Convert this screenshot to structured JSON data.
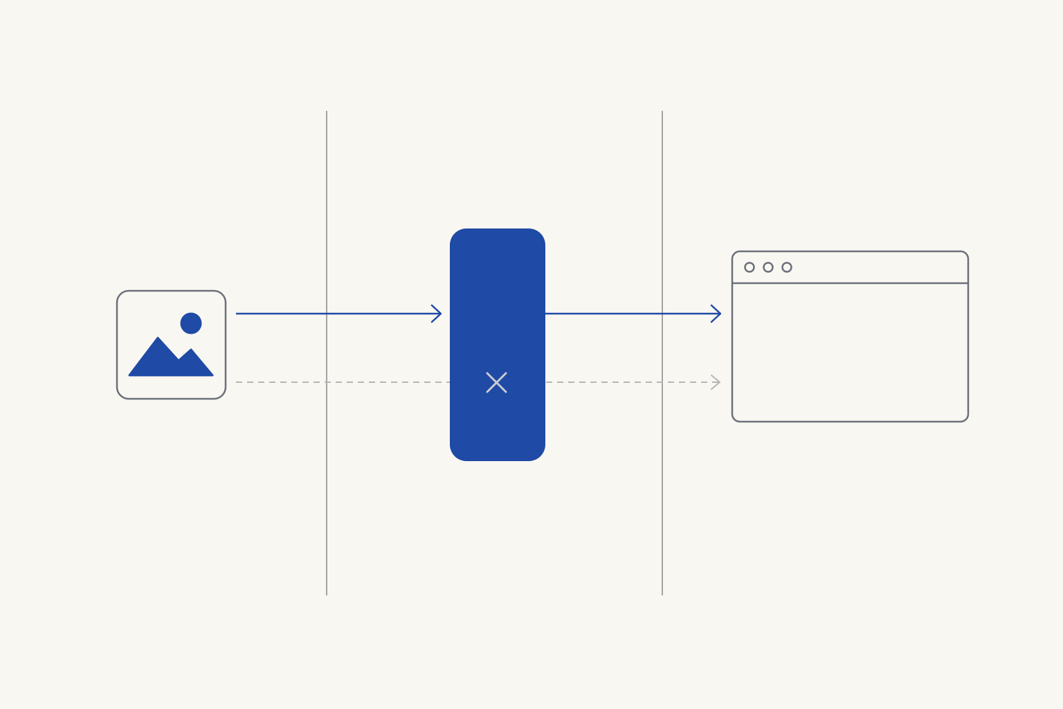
{
  "diagram": {
    "nodes": [
      {
        "id": "source",
        "kind": "image-icon"
      },
      {
        "id": "filter",
        "kind": "block"
      },
      {
        "id": "target",
        "kind": "browser-window-icon"
      }
    ],
    "edges": [
      {
        "from": "source",
        "to": "filter",
        "style": "solid",
        "status": "passes"
      },
      {
        "from": "filter",
        "to": "target",
        "style": "solid",
        "status": "passes"
      },
      {
        "from": "source",
        "to": "target",
        "style": "dashed",
        "status": "blocked"
      }
    ],
    "boundaries": 2,
    "blocked_marker_icon": "x-icon"
  },
  "colors": {
    "background": "#f9f7f2",
    "accent": "#1f4aa5",
    "outline": "#6b7079",
    "divider": "#a3a3a3",
    "muted": "#b5b5b5",
    "marker": "#c9ccd3"
  }
}
